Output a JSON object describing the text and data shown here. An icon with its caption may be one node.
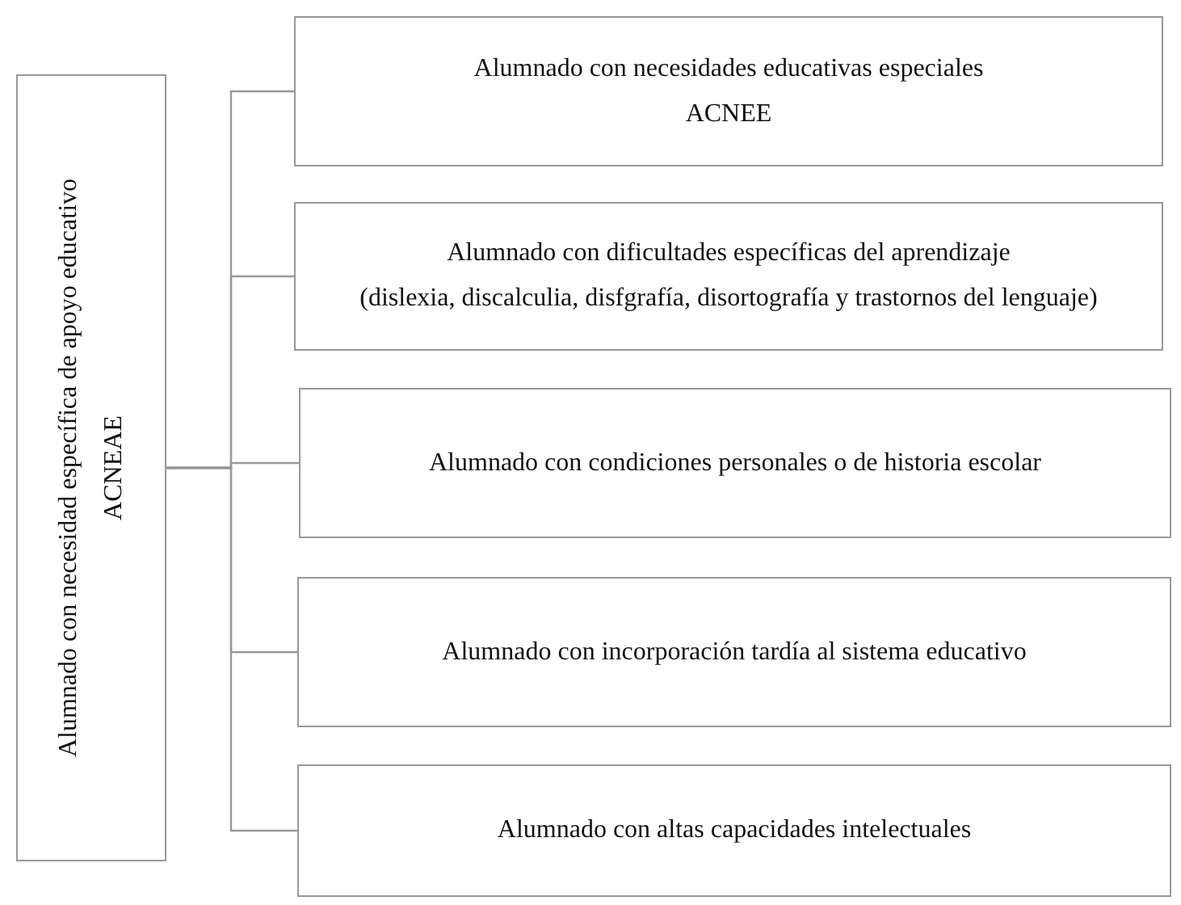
{
  "diagram": {
    "nodes": [
      {
        "text": [
          "Alumnado con necesidad específica de apoyo educativo",
          "ACNEAE"
        ]
      },
      {
        "text": [
          "Alumnado con necesidades educativas especiales",
          "ACNEE"
        ]
      },
      {
        "text": [
          "Alumnado con dificultades específicas del aprendizaje",
          "(dislexia, discalculia, disfgrafía, disortografía y trastornos del lenguaje)"
        ]
      },
      {
        "text": [
          "Alumnado con condiciones personales o de historia escolar"
        ]
      },
      {
        "text": [
          "Alumnado con incorporación tardía al sistema educativo"
        ]
      },
      {
        "text": [
          "Alumnado con altas capacidades intelectuales"
        ]
      }
    ],
    "edges": [
      {
        "from": 0,
        "to": 1,
        "arrow": "none"
      },
      {
        "from": 0,
        "to": 2,
        "arrow": "none"
      },
      {
        "from": 0,
        "to": 3,
        "arrow": "none"
      },
      {
        "from": 0,
        "to": 4,
        "arrow": "none"
      },
      {
        "from": 0,
        "to": 5,
        "arrow": "none"
      }
    ]
  }
}
